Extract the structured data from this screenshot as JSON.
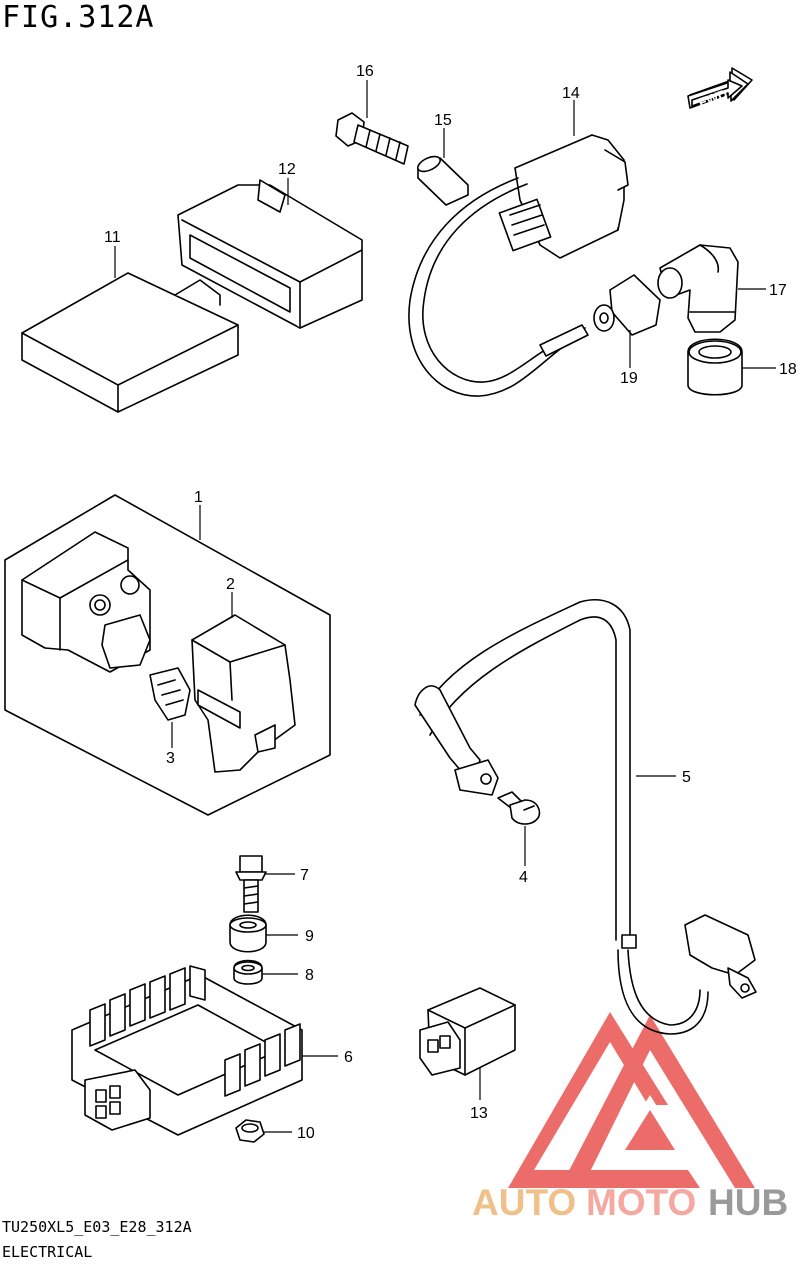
{
  "figure_title": "FIG.312A",
  "footer": {
    "model_code": "TU250XL5_E03_E28_312A",
    "section_name": "ELECTRICAL"
  },
  "direction_arrow": {
    "label": "FWD",
    "icon": "forward-arrow-icon"
  },
  "callouts": [
    "16",
    "15",
    "14",
    "12",
    "11",
    "17",
    "18",
    "19",
    "1",
    "2",
    "3",
    "5",
    "4",
    "7",
    "9",
    "8",
    "6",
    "10",
    "13"
  ],
  "watermark": {
    "text_primary": "AUTO",
    "text_secondary": "MOTO",
    "text_tertiary": "HUB",
    "colors": {
      "logo": "#e8534f",
      "auto": "#f0c08a",
      "moto": "#f4a8a0",
      "hub": "#9a9a9a"
    }
  },
  "parts": [
    {
      "ref": "1",
      "icon": "relay-box-assembly-icon"
    },
    {
      "ref": "2",
      "icon": "relay-cover-icon"
    },
    {
      "ref": "3",
      "icon": "fuse-icon"
    },
    {
      "ref": "4",
      "icon": "screw-icon"
    },
    {
      "ref": "5",
      "icon": "wire-harness-icon"
    },
    {
      "ref": "6",
      "icon": "regulator-rectifier-icon"
    },
    {
      "ref": "7",
      "icon": "bolt-icon"
    },
    {
      "ref": "8",
      "icon": "collar-icon"
    },
    {
      "ref": "9",
      "icon": "rubber-cushion-icon"
    },
    {
      "ref": "10",
      "icon": "nut-icon"
    },
    {
      "ref": "11",
      "icon": "control-unit-icon"
    },
    {
      "ref": "12",
      "icon": "ecu-holder-icon"
    },
    {
      "ref": "13",
      "icon": "connector-icon"
    },
    {
      "ref": "14",
      "icon": "ignition-coil-icon"
    },
    {
      "ref": "15",
      "icon": "spacer-icon"
    },
    {
      "ref": "16",
      "icon": "bolt-icon"
    },
    {
      "ref": "17",
      "icon": "plug-cap-icon"
    },
    {
      "ref": "18",
      "icon": "plug-cap-cover-icon"
    },
    {
      "ref": "19",
      "icon": "cable-seal-icon"
    }
  ]
}
